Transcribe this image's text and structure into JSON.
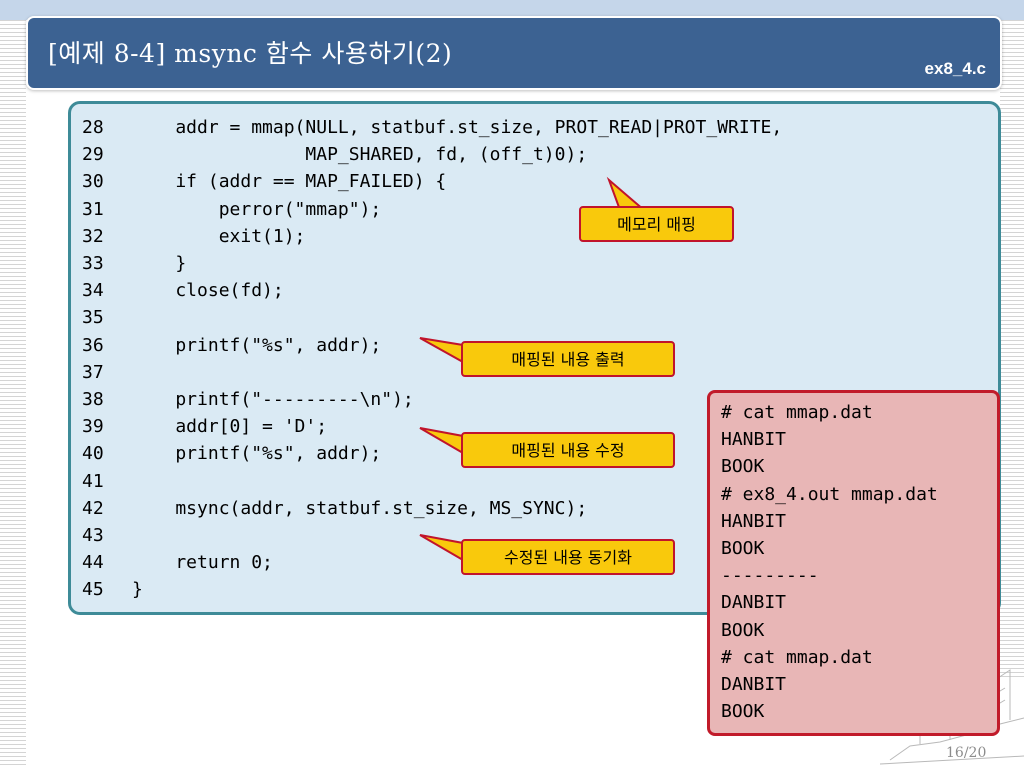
{
  "slide": {
    "title": "[예제 8-4] msync 함수 사용하기(2)",
    "filename": "ex8_4.c",
    "page": "16/20"
  },
  "code_lines": [
    {
      "no": "28",
      "code": "    addr = mmap(NULL, statbuf.st_size, PROT_READ|PROT_WRITE,"
    },
    {
      "no": "29",
      "code": "                MAP_SHARED, fd, (off_t)0);"
    },
    {
      "no": "30",
      "code": "    if (addr == MAP_FAILED) {"
    },
    {
      "no": "31",
      "code": "        perror(\"mmap\");"
    },
    {
      "no": "32",
      "code": "        exit(1);"
    },
    {
      "no": "33",
      "code": "    }"
    },
    {
      "no": "34",
      "code": "    close(fd);"
    },
    {
      "no": "35",
      "code": ""
    },
    {
      "no": "36",
      "code": "    printf(\"%s\", addr);"
    },
    {
      "no": "37",
      "code": ""
    },
    {
      "no": "38",
      "code": "    printf(\"---------\\n\");"
    },
    {
      "no": "39",
      "code": "    addr[0] = 'D';"
    },
    {
      "no": "40",
      "code": "    printf(\"%s\", addr);"
    },
    {
      "no": "41",
      "code": ""
    },
    {
      "no": "42",
      "code": "    msync(addr, statbuf.st_size, MS_SYNC);"
    },
    {
      "no": "43",
      "code": ""
    },
    {
      "no": "44",
      "code": "    return 0;"
    },
    {
      "no": "45",
      "code": "}"
    }
  ],
  "output_lines": [
    "# cat mmap.dat",
    "HANBIT",
    "BOOK",
    "# ex8_4.out mmap.dat",
    "HANBIT",
    "BOOK",
    "---------",
    "DANBIT",
    "BOOK",
    "# cat mmap.dat",
    "DANBIT",
    "BOOK"
  ],
  "callouts": [
    {
      "label": "메모리 매핑"
    },
    {
      "label": "매핑된 내용 출력"
    },
    {
      "label": "매핑된 내용 수정"
    },
    {
      "label": "수정된 내용 동기화"
    }
  ],
  "colors": {
    "title_bar": "#3c6292",
    "code_bg": "#daeaf4",
    "code_border": "#3e8b98",
    "output_bg": "#e8b6b6",
    "output_border": "#c11b2a",
    "callout_bg": "#f9c90c",
    "callout_border": "#c1142b"
  }
}
